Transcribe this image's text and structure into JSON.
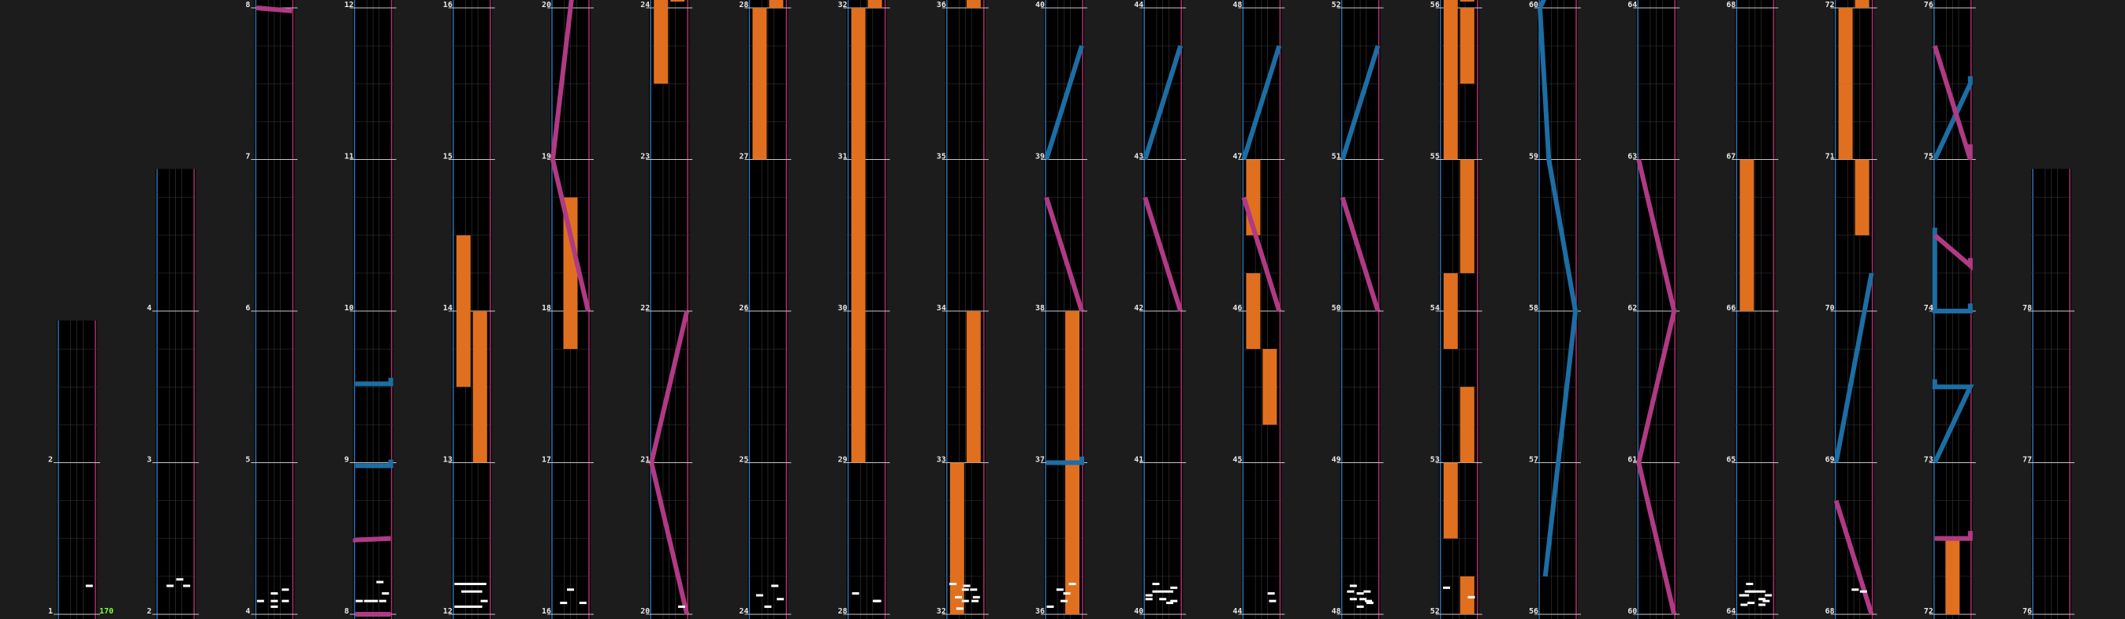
{
  "bpm": "170",
  "colors": {
    "background": "#1c1c1c",
    "lane": "#000000",
    "grid": "#3a3a3a",
    "measure_line": "#c8c8c8",
    "left_border": "#2f6fb0",
    "right_border": "#b0306f",
    "note": "#ffffff",
    "hold": "#e07020",
    "laser_left": "#1c6ea4",
    "laser_right": "#b03a84"
  },
  "measures": [
    {
      "n": "1",
      "col": 0,
      "row": 0
    },
    {
      "n": "2",
      "col": 0,
      "row": 1
    },
    {
      "n": "2",
      "col": 1,
      "row": 0
    },
    {
      "n": "3",
      "col": 1,
      "row": 1
    },
    {
      "n": "4",
      "col": 1,
      "row": 2
    },
    {
      "n": "4",
      "col": 2,
      "row": 0
    },
    {
      "n": "5",
      "col": 2,
      "row": 1
    },
    {
      "n": "6",
      "col": 2,
      "row": 2
    },
    {
      "n": "7",
      "col": 2,
      "row": 3
    },
    {
      "n": "8",
      "col": 2,
      "row": 4
    },
    {
      "n": "8",
      "col": 3,
      "row": 0
    },
    {
      "n": "9",
      "col": 3,
      "row": 1
    },
    {
      "n": "10",
      "col": 3,
      "row": 2
    },
    {
      "n": "11",
      "col": 3,
      "row": 3
    },
    {
      "n": "12",
      "col": 3,
      "row": 4
    },
    {
      "n": "12",
      "col": 4,
      "row": 0
    },
    {
      "n": "13",
      "col": 4,
      "row": 1
    },
    {
      "n": "14",
      "col": 4,
      "row": 2
    },
    {
      "n": "15",
      "col": 4,
      "row": 3
    },
    {
      "n": "16",
      "col": 4,
      "row": 4
    },
    {
      "n": "16",
      "col": 5,
      "row": 0
    },
    {
      "n": "17",
      "col": 5,
      "row": 1
    },
    {
      "n": "18",
      "col": 5,
      "row": 2
    },
    {
      "n": "19",
      "col": 5,
      "row": 3
    },
    {
      "n": "20",
      "col": 5,
      "row": 4
    },
    {
      "n": "20",
      "col": 6,
      "row": 0
    },
    {
      "n": "21",
      "col": 6,
      "row": 1
    },
    {
      "n": "22",
      "col": 6,
      "row": 2
    },
    {
      "n": "23",
      "col": 6,
      "row": 3
    },
    {
      "n": "24",
      "col": 6,
      "row": 4
    },
    {
      "n": "24",
      "col": 7,
      "row": 0
    },
    {
      "n": "25",
      "col": 7,
      "row": 1
    },
    {
      "n": "26",
      "col": 7,
      "row": 2
    },
    {
      "n": "27",
      "col": 7,
      "row": 3
    },
    {
      "n": "28",
      "col": 7,
      "row": 4
    },
    {
      "n": "28",
      "col": 8,
      "row": 0
    },
    {
      "n": "29",
      "col": 8,
      "row": 1
    },
    {
      "n": "30",
      "col": 8,
      "row": 2
    },
    {
      "n": "31",
      "col": 8,
      "row": 3
    },
    {
      "n": "32",
      "col": 8,
      "row": 4
    },
    {
      "n": "32",
      "col": 9,
      "row": 0
    },
    {
      "n": "33",
      "col": 9,
      "row": 1
    },
    {
      "n": "34",
      "col": 9,
      "row": 2
    },
    {
      "n": "35",
      "col": 9,
      "row": 3
    },
    {
      "n": "36",
      "col": 9,
      "row": 4
    },
    {
      "n": "36",
      "col": 10,
      "row": 0
    },
    {
      "n": "37",
      "col": 10,
      "row": 1
    },
    {
      "n": "38",
      "col": 10,
      "row": 2
    },
    {
      "n": "39",
      "col": 10,
      "row": 3
    },
    {
      "n": "40",
      "col": 10,
      "row": 4
    },
    {
      "n": "40",
      "col": 11,
      "row": 0
    },
    {
      "n": "41",
      "col": 11,
      "row": 1
    },
    {
      "n": "42",
      "col": 11,
      "row": 2
    },
    {
      "n": "43",
      "col": 11,
      "row": 3
    },
    {
      "n": "44",
      "col": 11,
      "row": 4
    },
    {
      "n": "44",
      "col": 12,
      "row": 0
    },
    {
      "n": "45",
      "col": 12,
      "row": 1
    },
    {
      "n": "46",
      "col": 12,
      "row": 2
    },
    {
      "n": "47",
      "col": 12,
      "row": 3
    },
    {
      "n": "48",
      "col": 12,
      "row": 4
    },
    {
      "n": "48",
      "col": 13,
      "row": 0
    },
    {
      "n": "49",
      "col": 13,
      "row": 1
    },
    {
      "n": "50",
      "col": 13,
      "row": 2
    },
    {
      "n": "51",
      "col": 13,
      "row": 3
    },
    {
      "n": "52",
      "col": 13,
      "row": 4
    },
    {
      "n": "52",
      "col": 14,
      "row": 0
    },
    {
      "n": "53",
      "col": 14,
      "row": 1
    },
    {
      "n": "54",
      "col": 14,
      "row": 2
    },
    {
      "n": "55",
      "col": 14,
      "row": 3
    },
    {
      "n": "56",
      "col": 14,
      "row": 4
    },
    {
      "n": "56",
      "col": 15,
      "row": 0
    },
    {
      "n": "57",
      "col": 15,
      "row": 1
    },
    {
      "n": "58",
      "col": 15,
      "row": 2
    },
    {
      "n": "59",
      "col": 15,
      "row": 3
    },
    {
      "n": "60",
      "col": 15,
      "row": 4
    },
    {
      "n": "60",
      "col": 16,
      "row": 0
    },
    {
      "n": "61",
      "col": 16,
      "row": 1
    },
    {
      "n": "62",
      "col": 16,
      "row": 2
    },
    {
      "n": "63",
      "col": 16,
      "row": 3
    },
    {
      "n": "64",
      "col": 16,
      "row": 4
    },
    {
      "n": "64",
      "col": 17,
      "row": 0
    },
    {
      "n": "65",
      "col": 17,
      "row": 1
    },
    {
      "n": "66",
      "col": 17,
      "row": 2
    },
    {
      "n": "67",
      "col": 17,
      "row": 3
    },
    {
      "n": "68",
      "col": 17,
      "row": 4
    },
    {
      "n": "68",
      "col": 18,
      "row": 0
    },
    {
      "n": "69",
      "col": 18,
      "row": 1
    },
    {
      "n": "70",
      "col": 18,
      "row": 2
    },
    {
      "n": "71",
      "col": 18,
      "row": 3
    },
    {
      "n": "72",
      "col": 18,
      "row": 4
    },
    {
      "n": "72",
      "col": 19,
      "row": 0
    },
    {
      "n": "73",
      "col": 19,
      "row": 1
    },
    {
      "n": "74",
      "col": 19,
      "row": 2
    },
    {
      "n": "75",
      "col": 19,
      "row": 3
    },
    {
      "n": "76",
      "col": 19,
      "row": 4
    },
    {
      "n": "76",
      "col": 20,
      "row": 0
    },
    {
      "n": "77",
      "col": 20,
      "row": 1
    },
    {
      "n": "78",
      "col": 20,
      "row": 2
    }
  ],
  "notes": [
    [
      0,
      0.95,
      0.75
    ],
    [
      1,
      0.3,
      0.75
    ],
    [
      1,
      0.65,
      0.92
    ],
    [
      1,
      0.9,
      0.75
    ],
    [
      2,
      0.9,
      0.35
    ],
    [
      2,
      0.5,
      0.35
    ],
    [
      2,
      0.0,
      0.35
    ],
    [
      2,
      0.5,
      0.55
    ],
    [
      2,
      0.9,
      0.65
    ],
    [
      2,
      0.5,
      0.2
    ],
    [
      3,
      0.75,
      0.85
    ],
    [
      3,
      0.0,
      0.35
    ],
    [
      3,
      0.3,
      0.35
    ],
    [
      3,
      0.55,
      0.35
    ],
    [
      3,
      0.85,
      0.35
    ],
    [
      3,
      0.95,
      0.55
    ],
    [
      4,
      0.25,
      0.6
    ],
    [
      4,
      0.5,
      0.6
    ],
    [
      4,
      0.75,
      0.6
    ],
    [
      4,
      0.9,
      0.8
    ],
    [
      4,
      0.0,
      0.8
    ],
    [
      4,
      0.25,
      0.8
    ],
    [
      4,
      0.5,
      0.8
    ],
    [
      4,
      0.75,
      0.8
    ],
    [
      4,
      0.0,
      0.2
    ],
    [
      4,
      0.25,
      0.2
    ],
    [
      4,
      0.5,
      0.2
    ],
    [
      4,
      0.75,
      0.2
    ],
    [
      4,
      0.95,
      0.35
    ],
    [
      5,
      0.25,
      0.3
    ],
    [
      5,
      0.5,
      0.65
    ],
    [
      5,
      0.95,
      0.3
    ],
    [
      6,
      0.95,
      0.2
    ],
    [
      7,
      0.2,
      0.5
    ],
    [
      7,
      0.5,
      0.2
    ],
    [
      7,
      0.75,
      0.75
    ],
    [
      7,
      0.95,
      0.4
    ],
    [
      8,
      0.85,
      0.35
    ],
    [
      8,
      0.1,
      0.55
    ],
    [
      8,
      0.9,
      0.35
    ],
    [
      9,
      0.05,
      0.8
    ],
    [
      9,
      0.5,
      0.35
    ],
    [
      9,
      0.9,
      0.45
    ],
    [
      9,
      0.8,
      0.65
    ],
    [
      9,
      0.55,
      0.75
    ],
    [
      9,
      0.25,
      0.45
    ],
    [
      9,
      0.5,
      0.65
    ],
    [
      9,
      0.85,
      0.35
    ],
    [
      9,
      0.3,
      0.15
    ],
    [
      10,
      0.0,
      0.2
    ],
    [
      10,
      0.5,
      0.35
    ],
    [
      10,
      0.6,
      0.55
    ],
    [
      10,
      0.35,
      0.65
    ],
    [
      10,
      0.8,
      0.8
    ],
    [
      11,
      0.0,
      0.5
    ],
    [
      11,
      0.25,
      0.8
    ],
    [
      11,
      0.5,
      0.6
    ],
    [
      11,
      0.75,
      0.3
    ],
    [
      11,
      0.9,
      0.7
    ],
    [
      11,
      0.0,
      0.4
    ],
    [
      11,
      0.25,
      0.6
    ],
    [
      11,
      0.5,
      0.4
    ],
    [
      11,
      0.75,
      0.6
    ],
    [
      11,
      0.9,
      0.35
    ],
    [
      12,
      0.85,
      0.55
    ],
    [
      12,
      0.9,
      0.35
    ],
    [
      13,
      0.25,
      0.75
    ],
    [
      13,
      0.5,
      0.2
    ],
    [
      13,
      0.6,
      0.4
    ],
    [
      13,
      0.8,
      0.35
    ],
    [
      13,
      0.5,
      0.55
    ],
    [
      13,
      0.25,
      0.4
    ],
    [
      13,
      0.75,
      0.6
    ],
    [
      13,
      0.15,
      0.6
    ],
    [
      13,
      0.85,
      0.3
    ],
    [
      14,
      0.05,
      0.7
    ],
    [
      14,
      0.95,
      0.45
    ],
    [
      17,
      0.75,
      0.4
    ],
    [
      17,
      0.5,
      0.6
    ],
    [
      17,
      0.25,
      0.6
    ],
    [
      17,
      0.05,
      0.5
    ],
    [
      17,
      0.35,
      0.3
    ],
    [
      17,
      0.75,
      0.6
    ],
    [
      17,
      0.9,
      0.35
    ],
    [
      17,
      0.35,
      0.6
    ],
    [
      17,
      0.75,
      0.25
    ],
    [
      17,
      0.3,
      0.8
    ],
    [
      17,
      0.15,
      0.5
    ],
    [
      17,
      0.1,
      0.25
    ],
    [
      17,
      0.98,
      0.5
    ],
    [
      18,
      0.55,
      0.65
    ],
    [
      18,
      0.85,
      0.6
    ]
  ],
  "holds": [
    [
      4,
      1.5,
      2.5,
      0.2
    ],
    [
      4,
      1.0,
      2.0,
      0.8
    ],
    [
      5,
      1.75,
      2.75,
      0.5
    ],
    [
      6,
      3.5,
      4.25,
      0.2
    ],
    [
      6,
      4.5,
      5.25,
      0.8
    ],
    [
      7,
      3.0,
      4.0,
      0.2
    ],
    [
      7,
      4.0,
      5.0,
      0.8
    ],
    [
      8,
      1.0,
      2.0,
      0.2
    ],
    [
      8,
      2.0,
      4.0,
      0.2
    ],
    [
      8,
      4.0,
      5.0,
      0.8
    ],
    [
      9,
      0.0,
      1.0,
      0.2
    ],
    [
      9,
      1.0,
      2.0,
      0.8
    ],
    [
      9,
      4.0,
      5.0,
      0.8
    ],
    [
      10,
      0.0,
      2.0,
      0.8
    ],
    [
      12,
      2.5,
      3.0,
      0.2
    ],
    [
      12,
      1.25,
      1.75,
      0.8
    ],
    [
      12,
      1.75,
      2.25,
      0.2
    ],
    [
      14,
      0.0,
      0.25,
      0.8
    ],
    [
      14,
      0.5,
      1.0,
      0.2
    ],
    [
      14,
      1.0,
      1.5,
      0.8
    ],
    [
      14,
      1.75,
      2.25,
      0.2
    ],
    [
      14,
      2.25,
      3.0,
      0.8
    ],
    [
      14,
      3.0,
      4.0,
      0.2
    ],
    [
      14,
      3.5,
      4.0,
      0.8
    ],
    [
      14,
      4.5,
      5.0,
      0.8
    ],
    [
      14,
      4.0,
      4.5,
      0.2
    ],
    [
      17,
      2.0,
      3.0,
      0.2
    ],
    [
      18,
      3.5,
      4.0,
      0.2
    ],
    [
      18,
      4.0,
      4.5,
      0.8
    ],
    [
      18,
      3.0,
      3.5,
      0.2
    ],
    [
      18,
      2.5,
      3.0,
      0.8
    ],
    [
      19,
      0.0,
      0.5,
      0.5
    ]
  ]
}
